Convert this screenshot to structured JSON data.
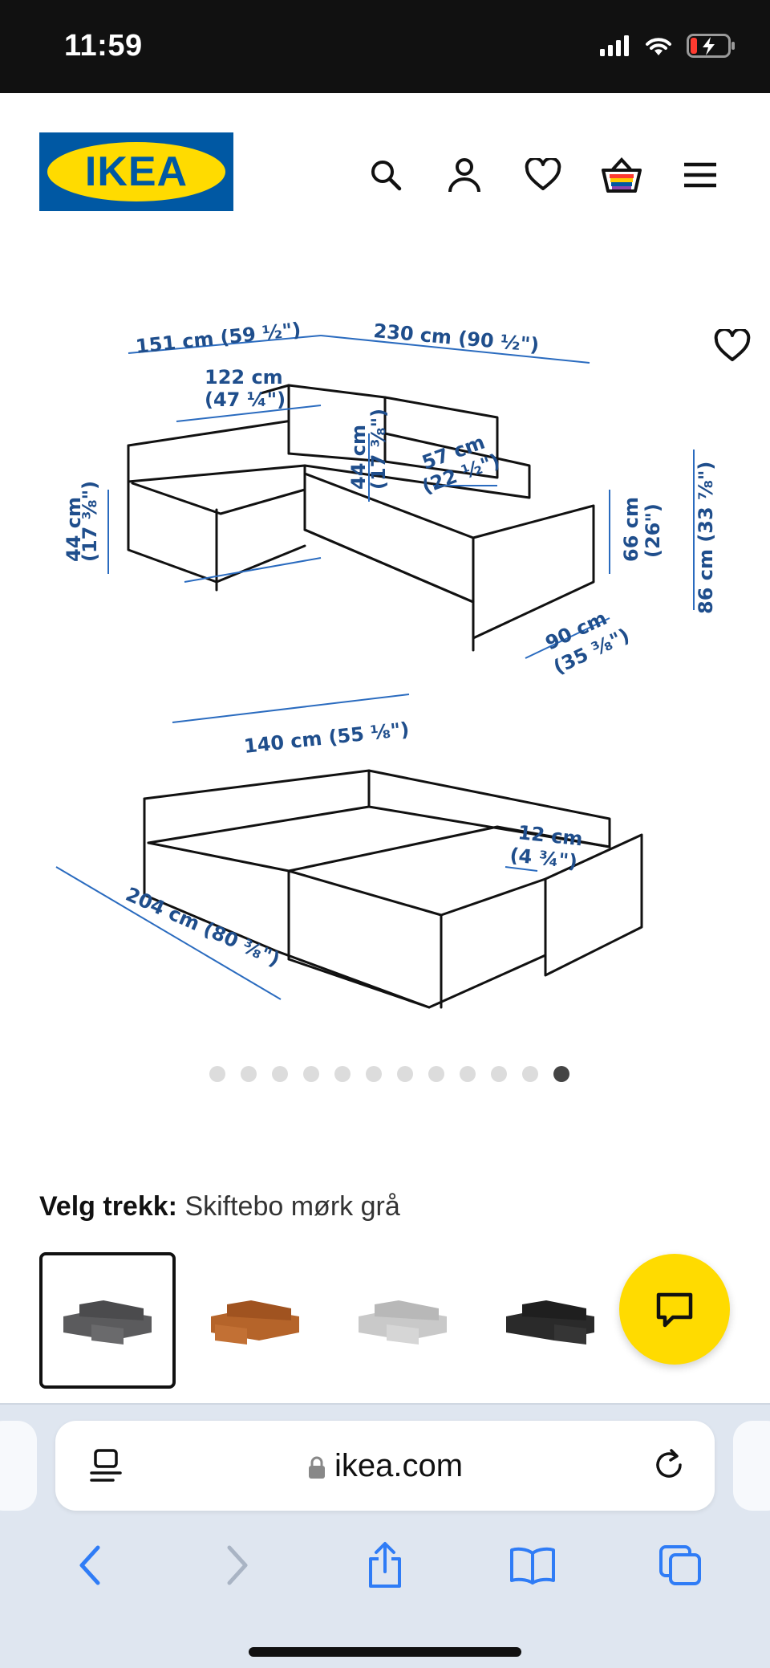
{
  "status_bar": {
    "time": "11:59"
  },
  "brand": {
    "logo_text": "IKEA",
    "blue": "#0058A3",
    "yellow": "#FFDB00"
  },
  "header": {
    "icons": [
      "search-icon",
      "user-icon",
      "heart-icon",
      "basket-icon",
      "menu-icon"
    ]
  },
  "gallery": {
    "dimensions_top": {
      "d1": "151 cm (59 ½\")",
      "d2": "230 cm (90 ½\")",
      "d3a": "122 cm",
      "d3b": "(47 ¼\")",
      "d4a": "44 cm",
      "d4b": "(17 ⅜\")",
      "d5a": "57 cm",
      "d5b": "(22 ½\")",
      "d6a": "44 cm",
      "d6b": "(17 ⅜\")",
      "d7a": "66 cm",
      "d7b": "(26\")",
      "d8": "86 cm (33 ⅞\")",
      "d9a": "90 cm",
      "d9b": "(35 ⅜\")"
    },
    "dimensions_bottom": {
      "d1": "140 cm (55 ⅛\")",
      "d2a": "12 cm",
      "d2b": "(4 ¾\")",
      "d3": "204 cm (80 ⅜\")"
    },
    "slide_count": 12,
    "active_slide": 12
  },
  "variant": {
    "label": "Velg trekk:",
    "selected": "Skiftebo mørk grå",
    "swatch_colors": [
      "#5b5b5d",
      "#b5642a",
      "#c9c9c9",
      "#2a2a2a"
    ]
  },
  "browser": {
    "url": "ikea.com"
  }
}
